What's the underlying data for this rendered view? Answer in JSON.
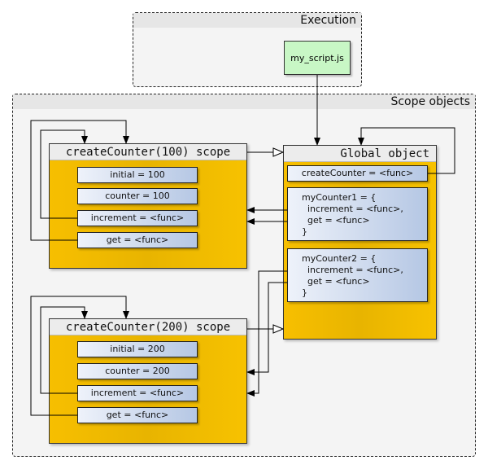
{
  "groups": {
    "execution": {
      "label": "Execution"
    },
    "scope_objects": {
      "label": "Scope objects"
    }
  },
  "script_box": {
    "label": "my_script.js"
  },
  "scope1": {
    "title": "createCounter(100) scope",
    "vars": [
      "initial = 100",
      "counter = 100",
      "increment = <func>",
      "get = <func>"
    ]
  },
  "scope2": {
    "title": "createCounter(200) scope",
    "vars": [
      "initial = 200",
      "counter = 200",
      "increment = <func>",
      "get = <func>"
    ]
  },
  "global": {
    "title": "Global object",
    "create_counter": "createCounter = <func>",
    "my_counter1": "myCounter1 = {\n  increment = <func>,\n  get = <func>\n}",
    "my_counter2": "myCounter2 = {\n  increment = <func>,\n  get = <func>\n}"
  },
  "colors": {
    "scope_fill": "#f7bf00",
    "var_fill_light": "#eef2fa",
    "var_fill_dark": "#b5c7e4",
    "script_fill": "#c8f7c5",
    "group_fill": "#f4f4f4"
  }
}
